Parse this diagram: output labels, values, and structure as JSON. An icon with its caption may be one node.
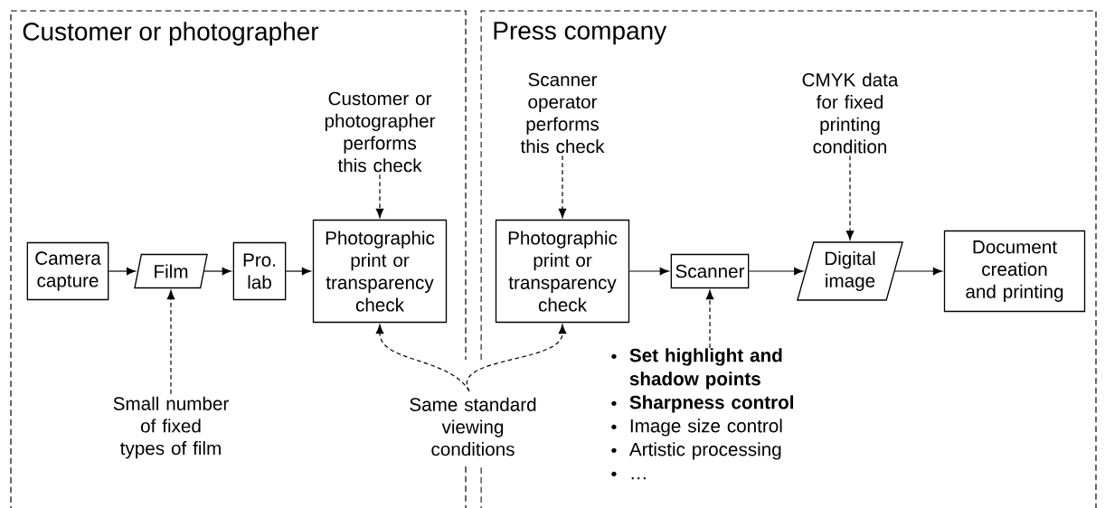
{
  "diagram": {
    "nodes": [
      {
        "text": [
          "Customer or photographer"
        ]
      },
      {
        "text": [
          "Press company"
        ]
      },
      {
        "text": [
          "Camera capture"
        ],
        "in": 0
      },
      {
        "text": [
          "Film"
        ],
        "in": 0
      },
      {
        "text": [
          "Pro. lab"
        ],
        "in": 0
      },
      {
        "text": [
          "Photographic print or transparency check"
        ],
        "in": 0
      },
      {
        "text": [
          "Customer or photographer performs this check"
        ],
        "in": 0
      },
      {
        "text": [
          "Small number of fixed types of film"
        ],
        "in": 0
      },
      {
        "text": [
          "Same standard viewing conditions"
        ]
      },
      {
        "text": [
          "Scanner operator performs this check"
        ],
        "in": 1
      },
      {
        "text": [
          "Photographic print or transparency check"
        ],
        "in": 1
      },
      {
        "text": [
          "Scanner"
        ],
        "in": 1
      },
      {
        "text": [
          "CMYK data for fixed printing condition"
        ],
        "in": 1
      },
      {
        "text": [
          "Digital image"
        ],
        "in": 1
      },
      {
        "text": [
          "Document creation and printing"
        ],
        "in": 1
      },
      {
        "text": [
          "**Set highlight and shadow points**",
          "**Sharpness control**",
          "Image size control",
          "Artistic processing",
          "…"
        ],
        "in": 1
      }
    ],
    "edges": [
      {
        "from": 2,
        "to": 3,
        "arrow": "to"
      },
      {
        "from": 3,
        "to": 4,
        "arrow": "to"
      },
      {
        "from": 4,
        "to": 5,
        "arrow": "to"
      },
      {
        "from": 6,
        "to": 5,
        "arrow": "to",
        "style": "dashed"
      },
      {
        "from": 7,
        "to": 3,
        "arrow": "to",
        "style": "dashed"
      },
      {
        "from": 8,
        "to": 5,
        "arrow": "to",
        "style": "dashed"
      },
      {
        "from": 8,
        "to": 10,
        "arrow": "to",
        "style": "dashed"
      },
      {
        "from": 9,
        "to": 10,
        "arrow": "to",
        "style": "dashed"
      },
      {
        "from": 10,
        "to": 11,
        "arrow": "to"
      },
      {
        "from": 11,
        "to": 13,
        "arrow": "to"
      },
      {
        "from": 12,
        "to": 13,
        "arrow": "to",
        "style": "dashed"
      },
      {
        "from": 13,
        "to": 14,
        "arrow": "to"
      },
      {
        "from": 15,
        "to": 11,
        "arrow": "to",
        "style": "dashed"
      }
    ]
  }
}
